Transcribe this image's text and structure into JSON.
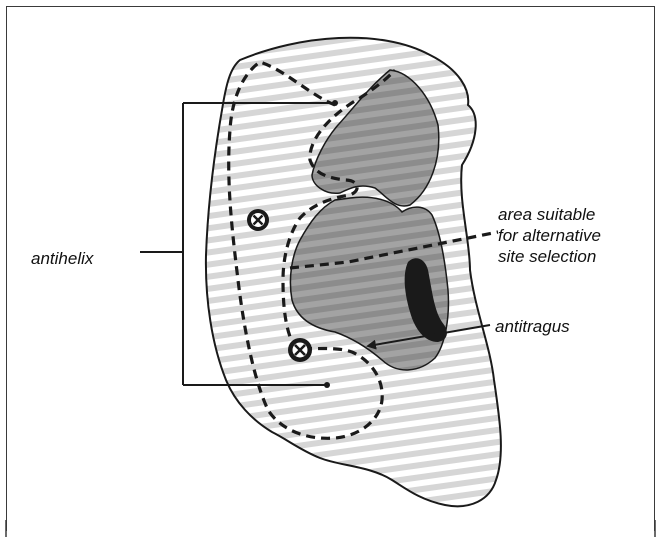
{
  "labels": {
    "antihelix": "antihelix",
    "area_suitable": {
      "line1": "area suitable",
      "line2": "for alternative",
      "line3": "site selection"
    },
    "antitragus": "antitragus"
  },
  "colors": {
    "outline": "#1a1a1a",
    "stripe_light": "#ffffff",
    "stripe_dark": "#d9d9d9",
    "concha_fill": "#9a9a9a",
    "canal_fill": "#1a1a1a",
    "text": "#111111"
  },
  "icons": {
    "site_marker": "circle-x-marker"
  }
}
